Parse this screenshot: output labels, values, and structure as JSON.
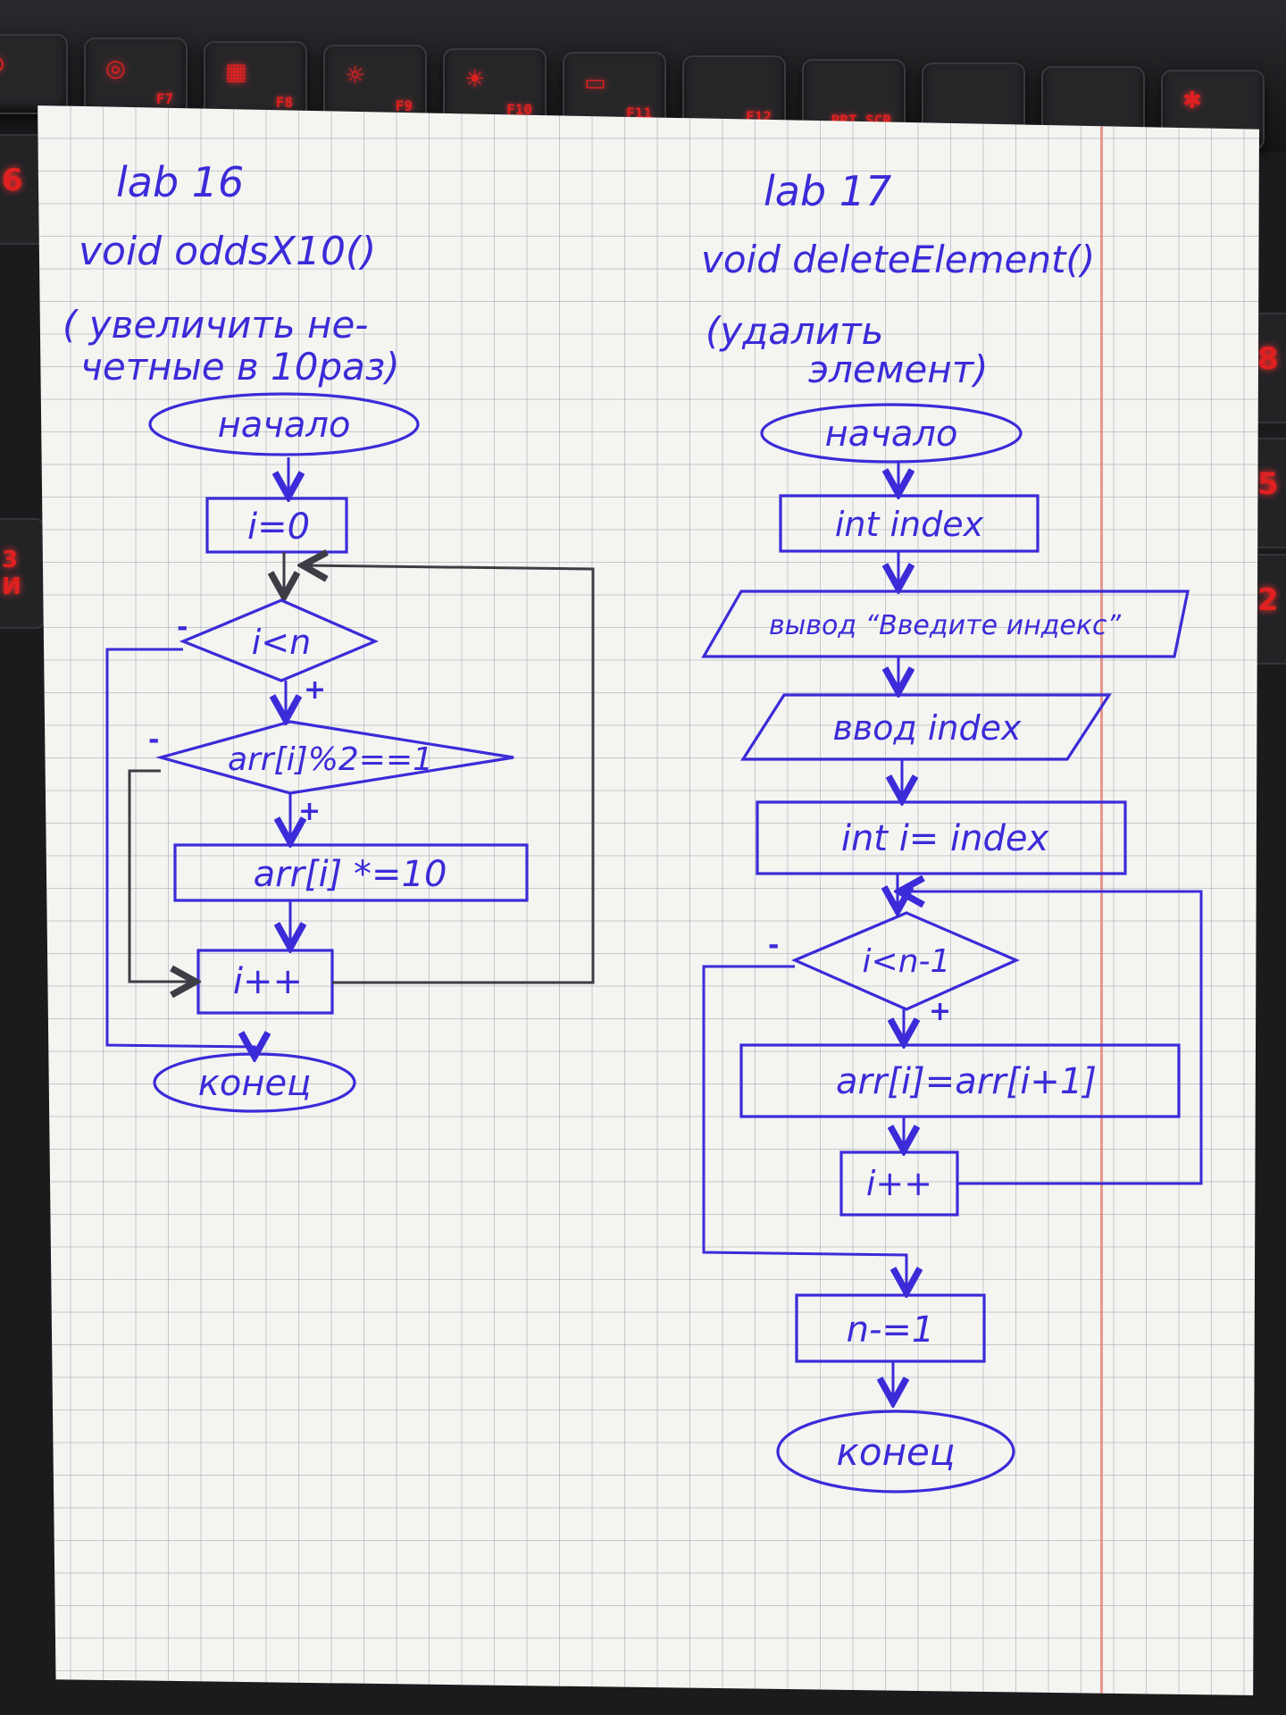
{
  "keyboard": {
    "keys": [
      {
        "glyph": "⏻",
        "label": ""
      },
      {
        "glyph": "◎",
        "label": "F7"
      },
      {
        "glyph": "▦",
        "label": "F8"
      },
      {
        "glyph": "☼",
        "label": "F9"
      },
      {
        "glyph": "☀",
        "label": "F10"
      },
      {
        "glyph": "▭",
        "label": "F11"
      },
      {
        "glyph": "",
        "label": "F12"
      },
      {
        "glyph": "",
        "label": "PRT SCR"
      },
      {
        "glyph": "",
        "label": ""
      },
      {
        "glyph": "",
        "label": ""
      },
      {
        "glyph": "✱",
        "label": ""
      }
    ],
    "left_side": [
      "6",
      "3 И"
    ],
    "right_side": [
      "8",
      "5",
      "2"
    ]
  },
  "left": {
    "lab": "lab 16",
    "func": "void oddsX10()",
    "comment_line1": "( увеличить не-",
    "comment_line2": "четные в 10раз)",
    "start": "начало",
    "init": "i=0",
    "cond1": "i<n",
    "cond2": "arr[i]%2==1",
    "action": "arr[i] *=10",
    "inc": "i++",
    "end": "конец",
    "minus1": "-",
    "plus1": "+",
    "minus2": "-",
    "plus2": "+"
  },
  "right": {
    "lab": "lab 17",
    "func": "void deleteElement()",
    "comment_line1": "(удалить",
    "comment_line2": "элемент)",
    "start": "начало",
    "decl": "int index",
    "output": "вывод “Введите индекс”",
    "input": "ввод index",
    "init": "int i= index",
    "cond": "i<n-1",
    "action": "arr[i]=arr[i+1]",
    "inc": "i++",
    "dec": "n-=1",
    "end": "конец",
    "minus": "-",
    "plus": "+"
  },
  "colors": {
    "ink": "#3b2bd8",
    "pencil": "#3d3d45",
    "margin_line": "#e1786e",
    "key_glow": "#e02020"
  }
}
